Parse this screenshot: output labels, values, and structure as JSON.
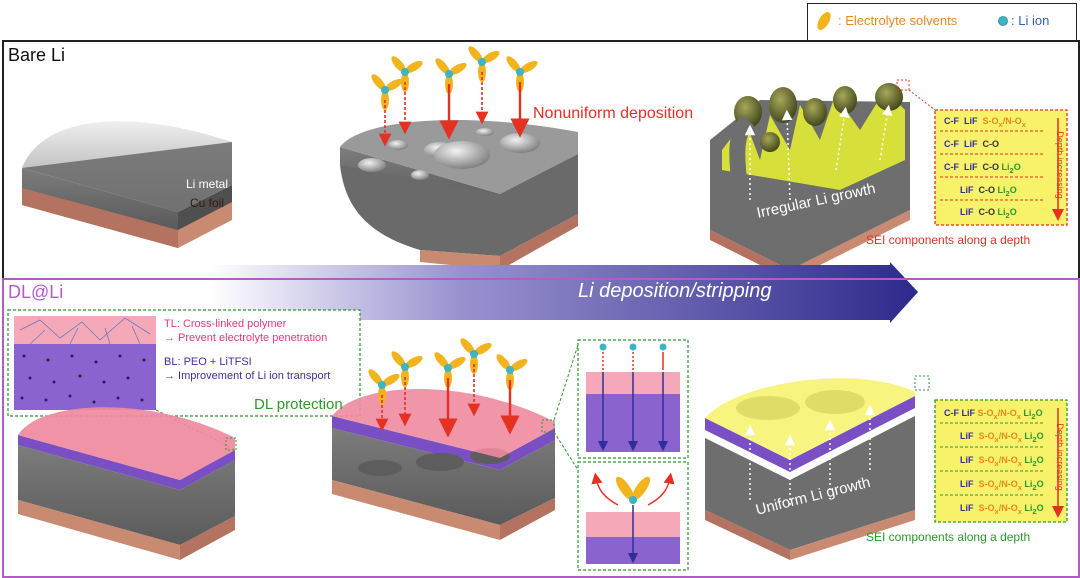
{
  "legend": {
    "solvent_label": ": Electrolyte solvents",
    "li_ion_label": ": Li ion"
  },
  "top_panel": {
    "title": "Bare Li",
    "li_metal": "Li metal",
    "cu_foil": "Cu foil",
    "nonuniform": "Nonuniform deposition",
    "irregular_growth": "Irregular Li growth",
    "sei_caption": "SEI components along a depth",
    "depth_label": "Depth increasing",
    "sei_rows": [
      [
        "C-F",
        "LiF",
        "S-Ox/N-Ox"
      ],
      [
        "C-F",
        "LiF",
        "C-O"
      ],
      [
        "C-F",
        "LiF",
        "C-O",
        "Li2O"
      ],
      [
        "LiF",
        "C-O",
        "Li2O"
      ],
      [
        "LiF",
        "C-O",
        "Li2O"
      ]
    ]
  },
  "arrow_label": "Li deposition/stripping",
  "bottom_panel": {
    "title": "DL@Li",
    "tl_label": "TL: Cross-linked polymer",
    "tl_desc": "→ Prevent electrolyte penetration",
    "bl_label": "BL: PEO + LiTFSI",
    "bl_desc": "→ Improvement of Li ion transport",
    "dl_protection": "DL protection",
    "uniform_growth": "Uniform Li growth",
    "sei_caption": "SEI components along a depth",
    "depth_label": "Depth increasing",
    "sei_rows": [
      [
        "C-F",
        "LiF",
        "S-Ox/N-Ox",
        "Li2O"
      ],
      [
        "LiF",
        "S-Ox/N-Ox",
        "Li2O"
      ],
      [
        "LiF",
        "S-Ox/N-Ox",
        "Li2O"
      ],
      [
        "LiF",
        "S-Ox/N-Ox",
        "Li2O"
      ],
      [
        "LiF",
        "S-Ox/N-Ox",
        "Li2O"
      ]
    ]
  },
  "colors": {
    "li_metal": "#6d6d6d",
    "cu_foil": "#c98a72",
    "solvent": "#f2b41c",
    "li_ion": "#3db4c4",
    "red_arrow": "#e53022",
    "tl_pink": "#f08aa0",
    "bl_purple": "#7a4fc4",
    "sei_yellow": "#f7f26a",
    "border_green": "#2a9a2a",
    "title_purple": "#b35cc6"
  }
}
